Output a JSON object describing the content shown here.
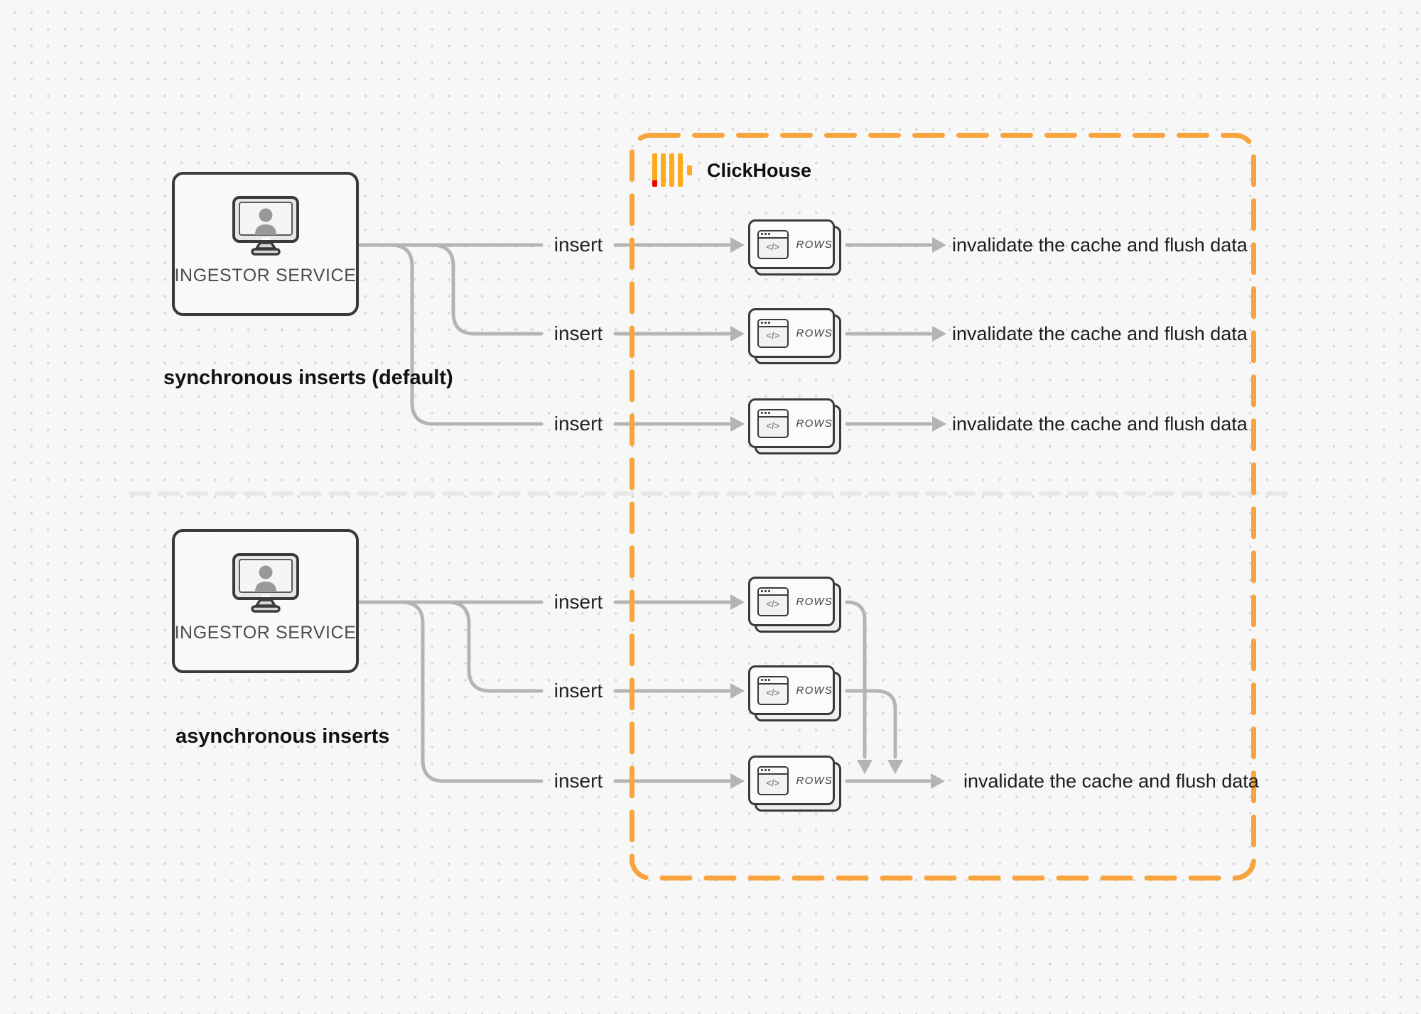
{
  "clickhouse_zone": {
    "title": "ClickHouse",
    "logo_icon": "clickhouse-logo-icon",
    "border_color": "#F8A43E"
  },
  "sync_section": {
    "caption": "synchronous inserts (default)",
    "node_label": "INGESTOR SERVICE"
  },
  "async_section": {
    "caption": "asynchronous inserts",
    "node_label": "INGESTOR SERVICE"
  },
  "labels": {
    "insert": "insert",
    "invalidate": "invalidate the cache and flush data",
    "rows": "ROWS",
    "code_glyph": "</>"
  },
  "icons": {
    "ingestor": "monitor-user-icon",
    "rows": "browser-code-icon"
  },
  "colors": {
    "background": "#f7f7f7",
    "dot_grid": "#d8d8d8",
    "accent_orange": "#F8A43E",
    "logo_bar_yellow": "#FBAB1C",
    "logo_red": "#F10000",
    "connector_gray": "#b4b4b4",
    "node_border": "#3a3a3a",
    "divider_gray": "#e7e7e7"
  }
}
